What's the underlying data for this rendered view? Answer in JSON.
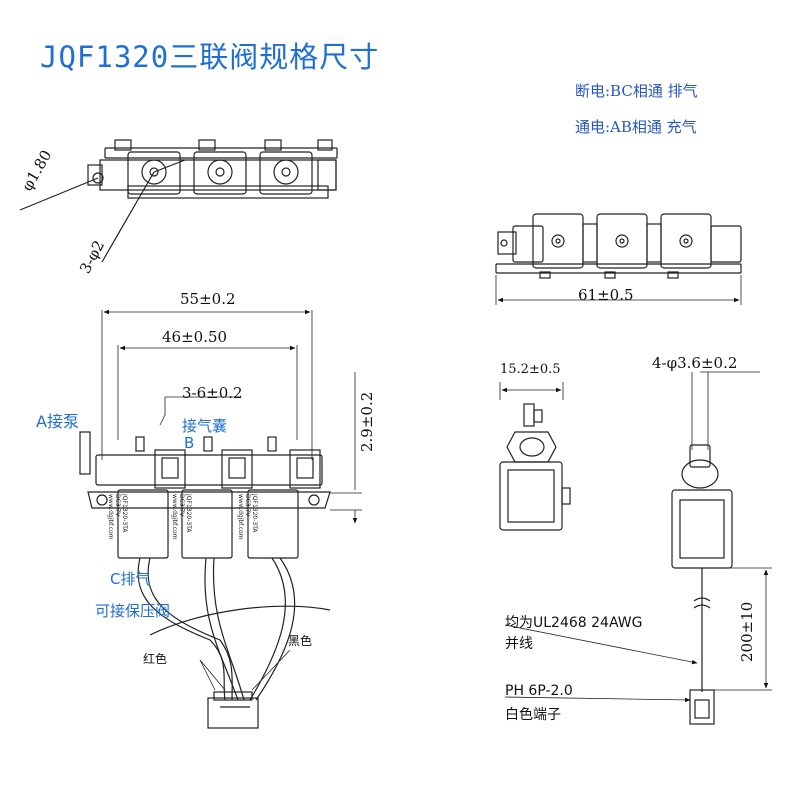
{
  "title": "JQF1320三联阀规格尺寸",
  "notes": {
    "off": "断电:BC相通 排气",
    "on": "通电:AB相通 充气"
  },
  "dims": {
    "hole_dia": "φ1.80",
    "three_holes": "3-φ2",
    "len_55": "55±0.2",
    "len_46": "46±0.50",
    "ports": "3-6±0.2",
    "height_29": "2.9±0.2",
    "len_61": "61±0.5",
    "width_152": "15.2±0.5",
    "mount_holes": "4-φ3.6±0.2",
    "wire_len": "200±10"
  },
  "labels": {
    "a_pump": "A接泵",
    "b_bag": "接气囊",
    "b": "B",
    "c_exhaust": "C排气",
    "valve_ok": "可接保压阀",
    "red": "红色",
    "black": "黑色",
    "wire_spec": "均为UL2468 24AWG",
    "parallel": "并线",
    "connector": "PH 6P-2.0",
    "terminal": "白色端子"
  },
  "coil_text": [
    "JQF1320-3TA",
    "DC3.7V",
    "www.dgjbf.com"
  ]
}
